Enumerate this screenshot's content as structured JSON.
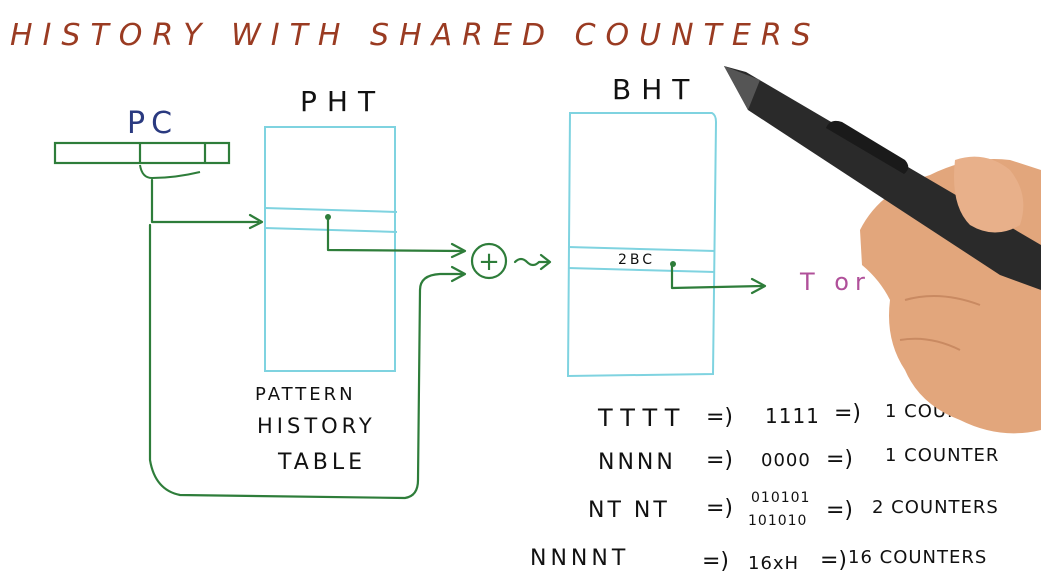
{
  "title": "HISTORY WITH SHARED COUNTERS",
  "pc_label": "PC",
  "pht_label": "PHT",
  "bht_label": "BHT",
  "pht_caption": [
    "PATTERN",
    "HISTORY",
    "TABLE"
  ],
  "xor_symbol": "+",
  "counter_label": "2BC",
  "outcome": "T or N",
  "examples": [
    {
      "pattern": "TTTT",
      "arrow1": "=)",
      "history": "1111",
      "arrow2": "=)",
      "result": "1 COUNTER"
    },
    {
      "pattern": "NNNN",
      "arrow1": "=)",
      "history": "0000",
      "arrow2": "=)",
      "result": "1 COUNTER"
    },
    {
      "pattern": "NT NT",
      "arrow1": "=)",
      "history": "010101\n101010",
      "arrow2": "=)",
      "result": "2 COUNTERS"
    },
    {
      "pattern": "NNNNT",
      "arrow1": "=)",
      "history": "16xH",
      "arrow2": "=)",
      "result": "16 COUNTERS"
    }
  ],
  "colors": {
    "title": "#9a3b22",
    "pc": "#2a3a80",
    "wire": "#2e7d3a",
    "table": "#7fd3e0",
    "ink": "#111111",
    "outcome": "#b0509a",
    "pen": "#2a2a2a",
    "skin": "#e2a67c"
  }
}
